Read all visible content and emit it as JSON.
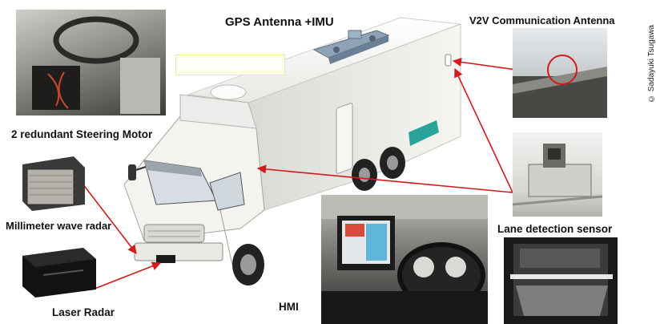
{
  "labels": {
    "gps": "GPS Antenna +IMU",
    "v2v": "V2V Communication Antenna",
    "steering": "2 redundant Steering Motor",
    "mmwave": "Millimeter wave radar",
    "lane": "Lane detection sensor",
    "laser": "Laser Radar",
    "hmi": "HMI"
  },
  "copyright": "© Sadayuki Tsugawa",
  "colors": {
    "arrow": "#d21b1b",
    "truck_body": "#f1f1ee",
    "teal": "#2aa49a",
    "highlight_box": "#f0e79a"
  }
}
